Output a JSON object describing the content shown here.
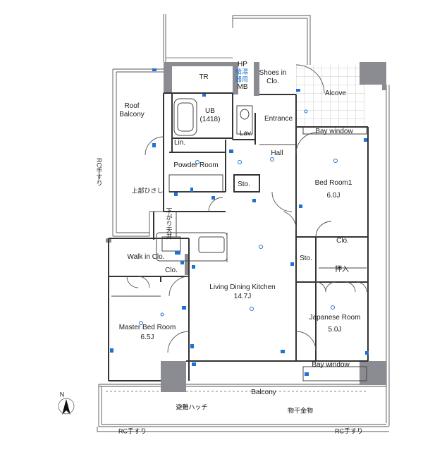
{
  "rooms": {
    "tr": "TR",
    "hp": "HP",
    "kyuto_1": "給湯",
    "kyuto_2": "器用",
    "mb": "MB",
    "shoes_1": "Shoes in",
    "shoes_2": "Clo.",
    "alcove": "Alcove",
    "roof_1": "Roof",
    "roof_2": "Balcony",
    "ub_1": "UB",
    "ub_2": "(1418)",
    "entrance": "Entrance",
    "lav": "Lav.",
    "bay_window_top": "Bay window",
    "lin": "Lin.",
    "hall": "Hall",
    "powder": "Powder Room",
    "sto_hall": "Sto.",
    "bed1_name": "Bed Room1",
    "bed1_size": "6.0J",
    "rc_left": "RC手すり",
    "jobu_hisashi": "上部ひさし",
    "sagari": "下がり天井",
    "clo_bed1": "Clo.",
    "walk_in": "Walk in Clo.",
    "sto_mid": "Sto.",
    "oshiire": "押入",
    "clo_master": "Clo.",
    "ldk_name": "Living Dining Kitchen",
    "ldk_size": "14.7J",
    "japanese_name": "Japanese Room",
    "japanese_size": "5.0J",
    "master_name": "Master Bed Room",
    "master_size": "6.5J",
    "bay_window_bottom": "Bay window",
    "balcony": "Balcony",
    "hinan": "避難ハッチ",
    "monohoshi": "物干金物",
    "rc_bottom_left": "RC手すり",
    "rc_bottom_right": "RC手すり",
    "north": "N"
  },
  "colors": {
    "wall": "#8a8c92",
    "line": "#333333",
    "thin": "#555555",
    "fixture": "#1e73d2",
    "floor_tile": "#bdbdbd"
  }
}
